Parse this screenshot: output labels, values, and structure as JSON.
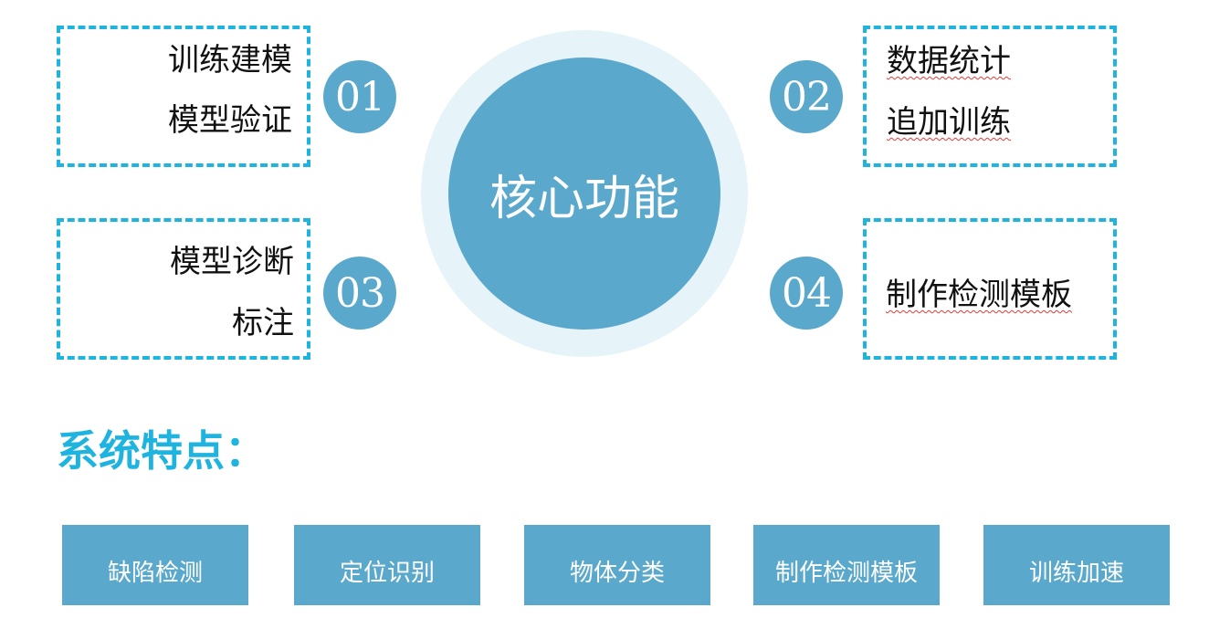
{
  "center": {
    "label": "核心功能"
  },
  "functions": [
    {
      "number": "01",
      "lines": [
        "训练建模",
        "模型验证"
      ]
    },
    {
      "number": "02",
      "lines": [
        "数据统计",
        "追加训练"
      ]
    },
    {
      "number": "03",
      "lines": [
        "模型诊断",
        "标注"
      ]
    },
    {
      "number": "04",
      "lines": [
        "制作检测模板"
      ]
    }
  ],
  "features": {
    "heading": "系统特点：",
    "items": [
      "缺陷检测",
      "定位识别",
      "物体分类",
      "制作检测模板",
      "训练加速"
    ]
  },
  "colors": {
    "accent": "#1fb4e0",
    "circle": "#5aa8cc",
    "halo": "#e6f3f9",
    "text": "#111111"
  }
}
